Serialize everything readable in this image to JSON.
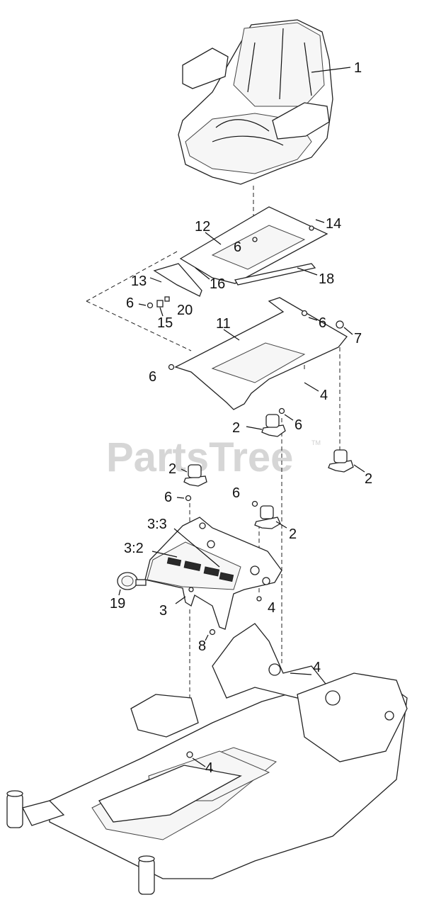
{
  "watermark": {
    "text": "PartsTree",
    "trademark": "TM"
  },
  "labels": {
    "seat": "1",
    "seat_rail": "12",
    "rail_bolt": "14",
    "rail_nut": "6",
    "latch_plate": "13",
    "latch_spring_pin": "16",
    "rod": "18",
    "nut_a": "6",
    "pin_20": "20",
    "spring_15": "15",
    "base_plate": "11",
    "nut_b": "6",
    "nut_c": "6",
    "washer_7": "7",
    "bolt_4a": "4",
    "isolator_a": "2",
    "nut_d": "6",
    "isolator_b": "2",
    "isolator_c": "2",
    "nut_e": "6",
    "nut_f": "6",
    "isolator_d": "2",
    "decal_33": "3:3",
    "decal_32": "3:2",
    "knob_19": "19",
    "pan_3": "3",
    "bolt_4b": "4",
    "bolt_8": "8",
    "bolt_4c": "4",
    "bolt_4d": "4"
  }
}
